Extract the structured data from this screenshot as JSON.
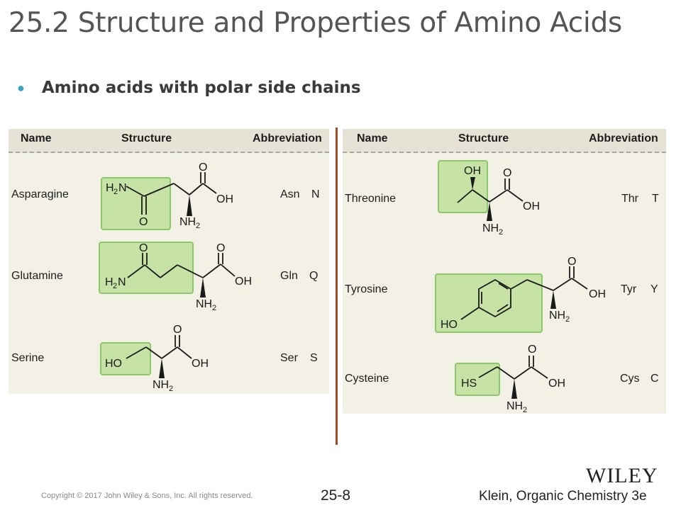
{
  "slide": {
    "title": "25.2 Structure and Properties of Amino Acids",
    "bullet": "Amino acids with polar side chains"
  },
  "table": {
    "headers": {
      "name": "Name",
      "structure": "Structure",
      "abbreviation": "Abbreviation"
    },
    "left": [
      {
        "name": "Asparagine",
        "abbr3": "Asn",
        "abbr1": "N"
      },
      {
        "name": "Glutamine",
        "abbr3": "Gln",
        "abbr1": "Q"
      },
      {
        "name": "Serine",
        "abbr3": "Ser",
        "abbr1": "S"
      }
    ],
    "right": [
      {
        "name": "Threonine",
        "abbr3": "Thr",
        "abbr1": "T"
      },
      {
        "name": "Tyrosine",
        "abbr3": "Tyr",
        "abbr1": "Y"
      },
      {
        "name": "Cysteine",
        "abbr3": "Cys",
        "abbr1": "C"
      }
    ]
  },
  "labels": {
    "O": "O",
    "OH": "OH",
    "NH": "NH",
    "sub2": "2",
    "H2N_H": "H",
    "H2N_N": "N",
    "HO": "HO",
    "HS": "HS"
  },
  "colors": {
    "highlight_fill": "#c7e2a5",
    "highlight_border": "#8bc76b",
    "panel": "#f3f0e6",
    "divider": "#a24a22",
    "bullet": "#3aa5c2"
  },
  "footer": {
    "copyright": "Copyright © 2017 John Wiley & Sons, Inc. All rights reserved.",
    "page": "25-8",
    "book": "Klein, Organic Chemistry 3e",
    "logo": "WILEY"
  }
}
